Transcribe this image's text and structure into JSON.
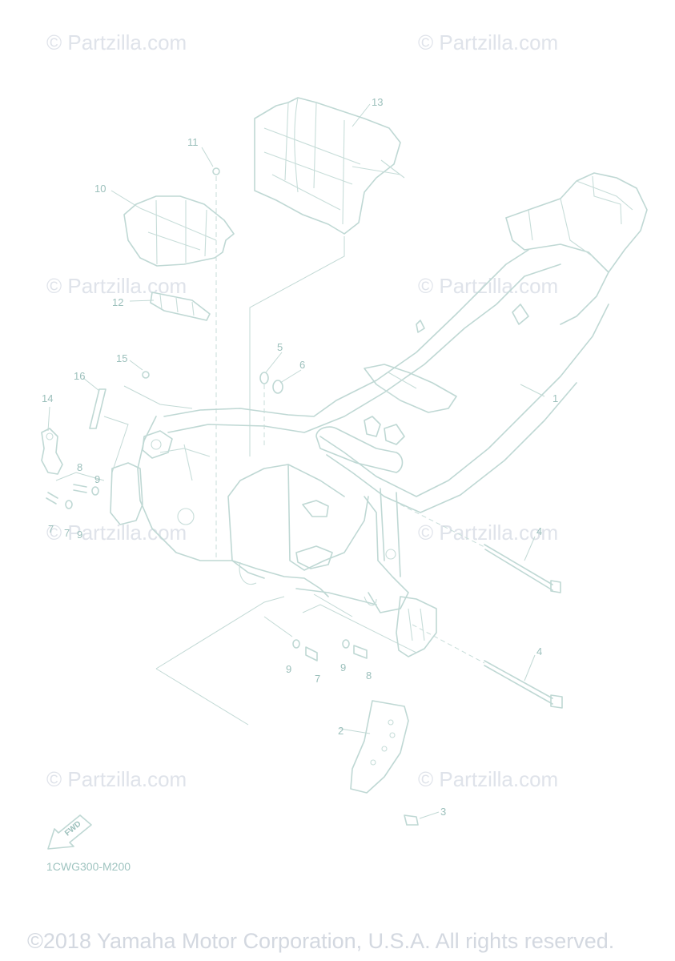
{
  "watermark": "© Partzilla.com",
  "diagram_code": "1CWG300-M200",
  "fwd_label": "FWD",
  "copyright": "©2018 Yamaha Motor Corporation, U.S.A. All rights reserved.",
  "callouts": [
    "1",
    "2",
    "3",
    "4",
    "4",
    "5",
    "6",
    "7",
    "7",
    "8",
    "8",
    "9",
    "9",
    "9",
    "10",
    "11",
    "12",
    "13",
    "14",
    "15",
    "16",
    "7",
    "9"
  ],
  "colors": {
    "line": "#bfd8d4",
    "label": "#9cc0bc",
    "watermark": "#dfe3ea"
  }
}
